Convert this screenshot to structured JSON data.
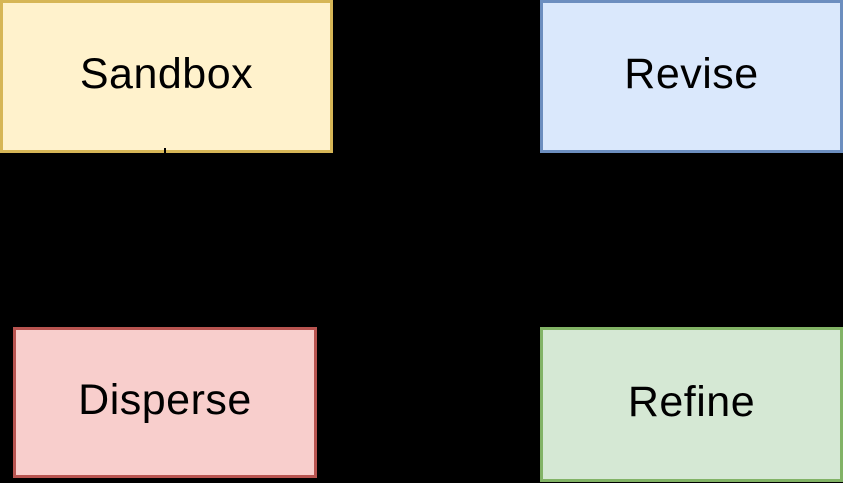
{
  "canvas": {
    "background": "#000000"
  },
  "diagram": {
    "text_color": "#000000",
    "connector_color": "#000000",
    "nodes": [
      {
        "key": "sandbox",
        "label": "Sandbox",
        "fill": "#FFF2CC",
        "stroke": "#D6B656"
      },
      {
        "key": "revise",
        "label": "Revise",
        "fill": "#DAE8FC",
        "stroke": "#6C8EBF"
      },
      {
        "key": "disperse",
        "label": "Disperse",
        "fill": "#F8CECC",
        "stroke": "#B85450"
      },
      {
        "key": "refine",
        "label": "Refine",
        "fill": "#D5E8D4",
        "stroke": "#82B366"
      }
    ]
  }
}
